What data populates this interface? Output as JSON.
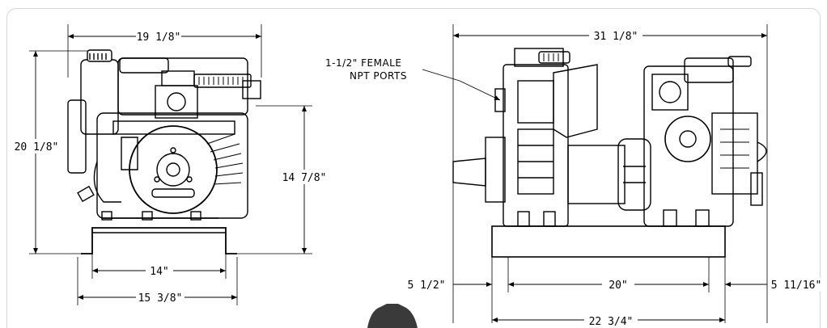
{
  "diagram": {
    "left_view": {
      "overall_width": "19 1/8\"",
      "overall_height": "20 1/8\"",
      "height_to_top": "14 7/8\"",
      "base_inner": "14\"",
      "base_outer": "15 3/8\""
    },
    "right_view": {
      "overall_length": "31 1/8\"",
      "port_label_line1": "1-1/2\" FEMALE",
      "port_label_line2": "NPT PORTS",
      "left_offset": "5 1/2\"",
      "mount_spacing": "20\"",
      "right_offset": "5 11/16\"",
      "base_length": "22 3/4\""
    }
  }
}
